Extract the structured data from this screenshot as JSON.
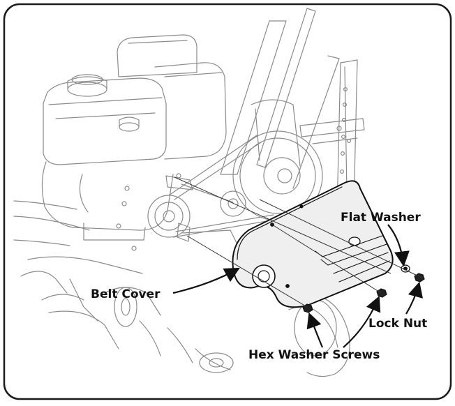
{
  "labels": {
    "flat_washer": "Flat Washer",
    "belt_cover": "Belt Cover",
    "lock_nut": "Lock Nut",
    "hex_washer_screws": "Hex Washer Screws"
  },
  "icons": {
    "illustration": "tiller-belt-cover-assembly-illustration"
  },
  "colors": {
    "frame_stroke": "#1a1a1a",
    "line_art": "#8a8a8a",
    "cover_fill": "#efefef",
    "cover_stroke": "#111111",
    "label_text": "#111111"
  }
}
